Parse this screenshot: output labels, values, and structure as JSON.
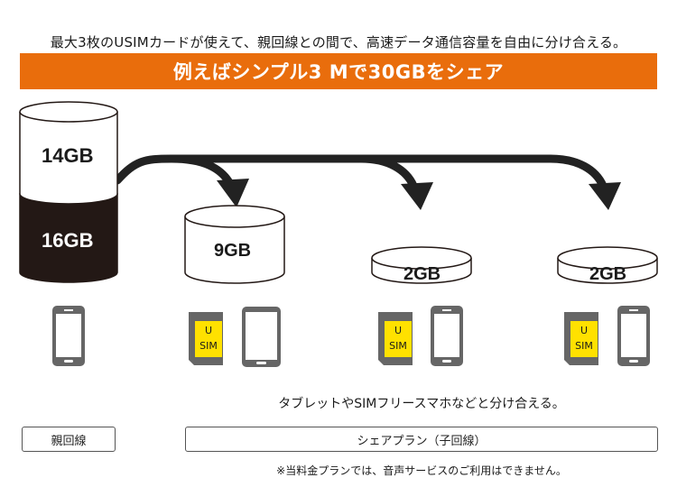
{
  "intro_text": "最大3枚のUSIMカードが使えて、親回線との間で、高速データ通信容量を自由に分け合える。",
  "banner": {
    "text": "例えばシンプル3 Mで30GBをシェア",
    "color": "#e96d0c"
  },
  "parent": {
    "remaining_label": "14GB",
    "shared_label": "16GB"
  },
  "children": [
    {
      "amount_label": "9GB"
    },
    {
      "amount_label": "2GB"
    },
    {
      "amount_label": "2GB"
    }
  ],
  "usim": {
    "line1": "U",
    "line2": "SIM",
    "color": "#ffe100"
  },
  "share_caption": "タブレットやSIMフリースマホなどと分け合える。",
  "boxes": {
    "parent_line": "親回線",
    "share_plan": "シェアプラン（子回線）"
  },
  "footnote": "※当料金プランでは、音声サービスのご利用はできません。"
}
